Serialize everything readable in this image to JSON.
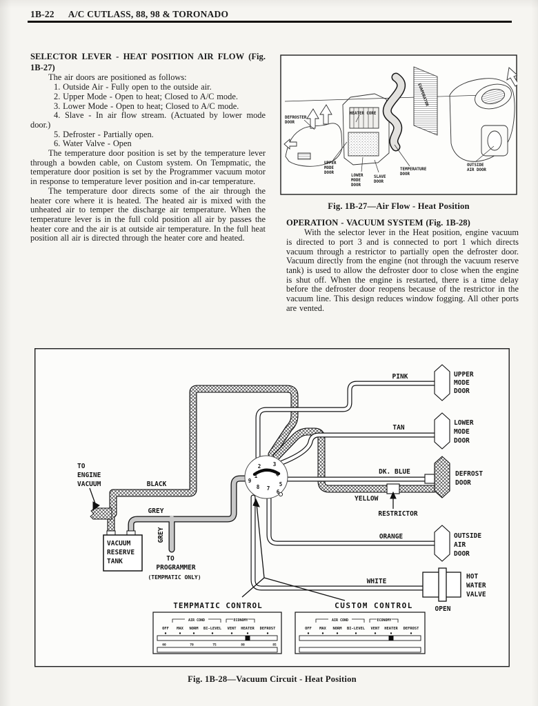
{
  "header": {
    "page_number": "1B-22",
    "title": "A/C CUTLASS, 88, 98 & TORONADO"
  },
  "left_column": {
    "heading": "SELECTOR LEVER - HEAT POSITION AIR FLOW (Fig. 1B-27)",
    "intro": "The air doors are positioned as follows:",
    "items": [
      "1. Outside Air - Fully open to the outside air.",
      "2. Upper Mode - Open to heat; Closed to A/C mode.",
      "3. Lower Mode - Open to heat; Closed to A/C mode.",
      "4. Slave - In air flow stream. (Actuated by lower mode door.)",
      "5. Defroster - Partially open.",
      "6. Water Valve - Open"
    ],
    "para1": "The temperature door position is set by the temperature lever through a bowden cable, on Custom system. On Tempmatic, the temperature door position is set by the Programmer vacuum motor in response to temperature lever position and in-car temperature.",
    "para2": "The temperature door directs some of the air through the heater core where it is heated. The heated air is mixed with the unheated air to temper the discharge air temperature. When the temperature lever is in the full cold position all air by passes the heater core and the air is at outside air temperature. In the full heat position all air is directed through the heater core and heated."
  },
  "fig27": {
    "caption": "Fig. 1B-27—Air Flow - Heat Position",
    "labels": {
      "defroster": [
        "DEFROSTER",
        "DOOR"
      ],
      "heater_core": "HEATER CORE",
      "evaporator": "EVAPORATOR",
      "upper": [
        "UPPER",
        "MODE",
        "DOOR"
      ],
      "lower": [
        "LOWER",
        "MODE",
        "DOOR"
      ],
      "slave": [
        "SLAVE",
        "DOOR"
      ],
      "temperature": [
        "TEMPERATURE",
        "DOOR"
      ],
      "outside": [
        "OUTSIDE",
        "AIR DOOR"
      ]
    }
  },
  "operation": {
    "heading": "OPERATION - VACUUM SYSTEM (Fig. 1B-28)",
    "para": "With the selector lever in the Heat position, engine vacuum is directed to port 3 and is connected to port 1 which directs vacuum through a restrictor to partially open the defroster door. Vacuum directly from the engine (not through the vacuum reserve tank) is used to allow the defroster door to close when the engine is shut off. When the engine is restarted, there is a time delay before the defroster door reopens because of the restrictor in the vacuum line. This design reduces window fogging. All other ports are vented."
  },
  "fig28": {
    "caption": "Fig. 1B-28—Vacuum Circuit - Heat Position",
    "labels": {
      "to_engine_vacuum": [
        "TO",
        "ENGINE",
        "VACUUM"
      ],
      "black": "BLACK",
      "grey": "GREY",
      "grey_vertical": "GREY",
      "tank": [
        "VACUUM",
        "RESERVE",
        "TANK"
      ],
      "to_programmer": [
        "TO",
        "PROGRAMMER"
      ],
      "tempmatic_only": "(TEMPMATIC ONLY)",
      "pink": "PINK",
      "tan": "TAN",
      "dk_blue": "DK. BLUE",
      "yellow": "YELLOW",
      "restrictor": "RESTRICTOR",
      "orange": "ORANGE",
      "white": "WHITE",
      "open": "OPEN",
      "upper_door": [
        "UPPER",
        "MODE",
        "DOOR"
      ],
      "lower_door": [
        "LOWER",
        "MODE",
        "DOOR"
      ],
      "defrost_door": [
        "DEFROST",
        "DOOR"
      ],
      "outside_door": [
        "OUTSIDE",
        "AIR",
        "DOOR"
      ],
      "hot_water_valve": [
        "HOT",
        "WATER",
        "VALVE"
      ],
      "tempmatic_control": "TEMPMATIC CONTROL",
      "custom_control": "CUSTOM CONTROL"
    },
    "ports": [
      "1",
      "2",
      "3",
      "4",
      "5",
      "6",
      "7",
      "8",
      "9"
    ],
    "panel": {
      "air_cond": "AIR COND",
      "economy": "ECONOMY",
      "positions": [
        "OFF",
        "MAX",
        "NORM",
        "BI-LEVEL",
        "VENT",
        "HEATER",
        "DEFROST"
      ],
      "selected": "HEATER",
      "temp_scale": [
        "60",
        "70",
        "75",
        "80",
        "85"
      ]
    }
  }
}
